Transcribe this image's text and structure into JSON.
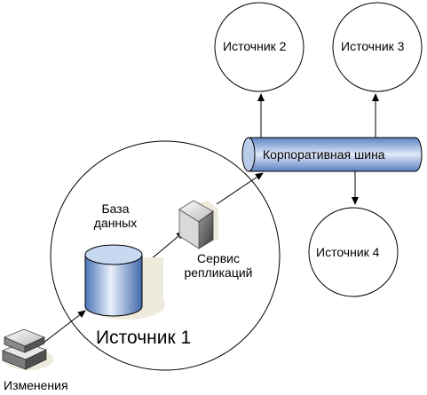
{
  "nodes": {
    "source_main": "Источник 1",
    "source_2": "Источник 2",
    "source_3": "Источник 3",
    "source_4": "Источник 4",
    "database": "База\nданных",
    "replication_service": "Сервис\nрепликаций",
    "corporate_bus": "Корпоративная шина",
    "changes": "Изменения"
  },
  "icons": {
    "database": "cylinder-icon",
    "replication_service": "server-box-icon",
    "changes": "stack-box-icon"
  },
  "colors": {
    "stroke": "#000000",
    "cylinder_fill": "#a9c3e8",
    "bus_fill": "#a9c6ec",
    "shadow": "#eeebdc"
  }
}
